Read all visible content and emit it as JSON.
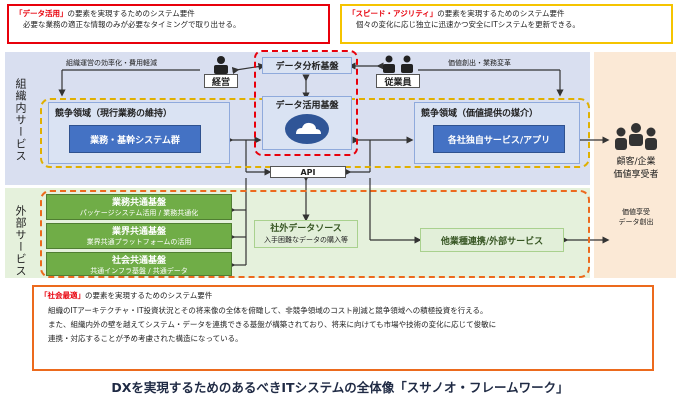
{
  "notes": {
    "data": {
      "highlight": "「データ活用」",
      "rest": "の要素を実現するためのシステム要件",
      "line2": "必要な業務の適正な情報のみが必要なタイミングで取り出せる。"
    },
    "speed": {
      "highlight": "「スピード・アジリティ」",
      "rest": "の要素を実現するためのシステム要件",
      "line2": "個々の変化に応じ独立に迅速かつ安全にITシステムを更新できる。"
    },
    "social": {
      "highlight": "「社会最適」",
      "rest": "の要素を実現するためのシステム要件",
      "line2": "組織のITアーキテクチャ・IT投資状況とその将来像の全体を俯瞰して、非競争領域のコスト削減と競争領域への積極投資を行える。",
      "line3": "また、組織内外の壁を越えてシステム・データを連携できる基盤が構築されており、将来に向けても市場や技術の変化に応じて俊敏に",
      "line4": "連携・対応することが予め考慮された構造になっている。"
    }
  },
  "side_labels": {
    "internal": "組織内サービス",
    "external": "外部サービス"
  },
  "top": {
    "management": "経営",
    "employees": "従業員",
    "analytics": "データ分析基盤",
    "left_caption": "組織運営の効率化・費用軽減",
    "right_caption": "価値創出・業務変革"
  },
  "data_platform": {
    "label": "データ活用基盤",
    "icon": "cloud-icon"
  },
  "competitive_left": {
    "title": "競争領域（現行業務の維持）",
    "box": "業務・基幹システム群"
  },
  "competitive_right": {
    "title": "競争領域（価値提供の媒介）",
    "box": "各社独自サービス/アプリ"
  },
  "api": "API",
  "customer": {
    "label1": "顧客/企業",
    "label2": "価値享受者",
    "caption1": "価値享受",
    "caption2": "データ創出",
    "icon": "people-icon"
  },
  "external": {
    "business_common": {
      "title": "業務共通基盤",
      "sub": "パッケージシステム活用 / 業務共通化"
    },
    "industry_common": {
      "title": "業界共通基盤",
      "sub": "業界共通プラットフォームの活用"
    },
    "social_common": {
      "title": "社会共通基盤",
      "sub": "共通インフラ基盤 / 共通データ"
    },
    "outside_data": {
      "title": "社外データソース",
      "sub": "入手困難なデータの購入等"
    },
    "other_industry": "他業種連携/外部サービス"
  },
  "caption": "DXを実現するためのあるべきITシステムの全体像「スサノオ・フレームワーク」",
  "colors": {
    "red": "#e8000b",
    "yellow": "#f5c400",
    "orange": "#ec6a1d",
    "blue": "#4472c4",
    "green": "#70ad47"
  }
}
